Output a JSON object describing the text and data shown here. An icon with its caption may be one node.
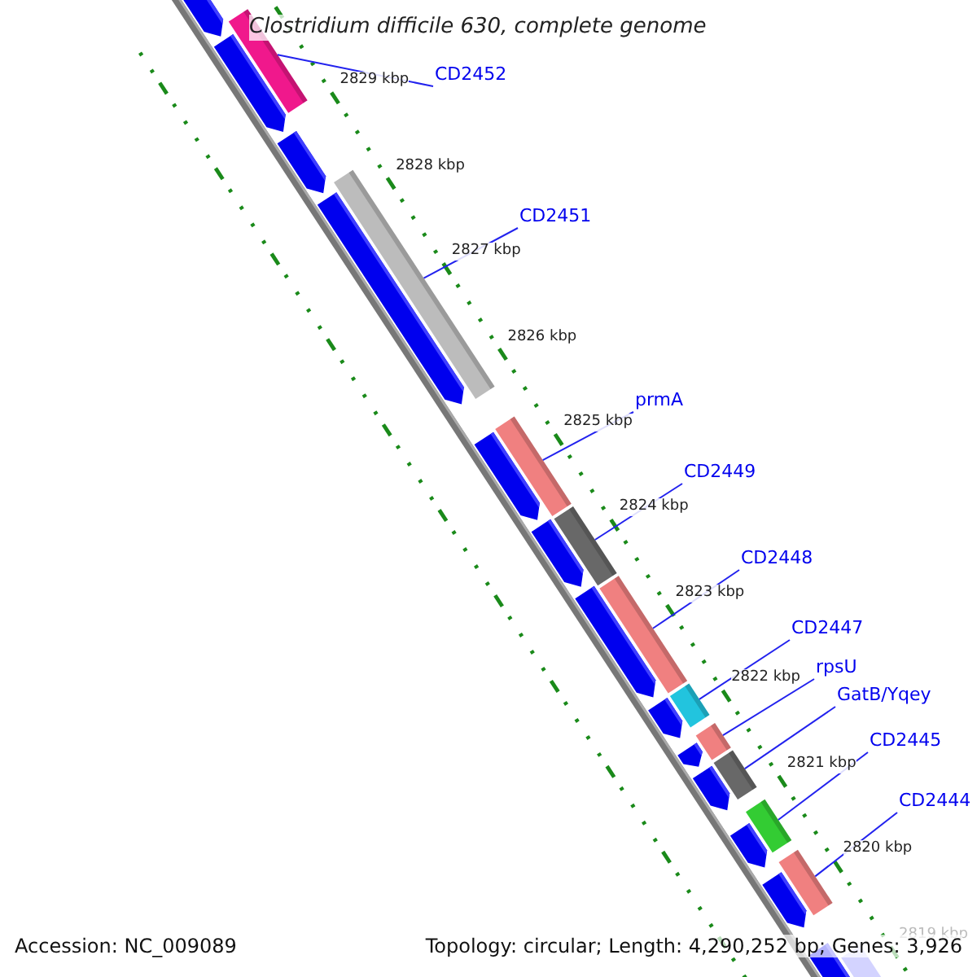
{
  "diagram": {
    "title": "Clostridium difficile 630, complete genome",
    "nodes": [
      {
        "text": [
          "CD2452"
        ]
      },
      {
        "text": [
          "CD2451"
        ]
      },
      {
        "text": [
          "prmA"
        ]
      },
      {
        "text": [
          "CD2449"
        ]
      },
      {
        "text": [
          "CD2448"
        ]
      },
      {
        "text": [
          "CD2447"
        ]
      },
      {
        "text": [
          "rpsU"
        ]
      },
      {
        "text": [
          "GatB/Yqey"
        ]
      },
      {
        "text": [
          "CD2445"
        ]
      },
      {
        "text": [
          "CD2444"
        ]
      },
      {
        "text": [],
        "shape": "bar"
      },
      {
        "text": [],
        "shape": "bar"
      },
      {
        "text": [],
        "shape": "bar"
      },
      {
        "text": [],
        "shape": "bar"
      },
      {
        "text": [],
        "shape": "bar"
      },
      {
        "text": [],
        "shape": "bar"
      },
      {
        "text": [],
        "shape": "bar"
      },
      {
        "text": [],
        "shape": "bar"
      },
      {
        "text": [],
        "shape": "bar"
      },
      {
        "text": [],
        "shape": "bar"
      }
    ],
    "edges": [
      {
        "from": 0,
        "to": 10,
        "arrow": "none"
      },
      {
        "from": 1,
        "to": 11,
        "arrow": "none"
      },
      {
        "from": 2,
        "to": 12,
        "arrow": "none"
      },
      {
        "from": 3,
        "to": 13,
        "arrow": "none"
      },
      {
        "from": 4,
        "to": 14,
        "arrow": "none"
      },
      {
        "from": 5,
        "to": 15,
        "arrow": "none"
      },
      {
        "from": 6,
        "to": 16,
        "arrow": "none"
      },
      {
        "from": 7,
        "to": 17,
        "arrow": "none"
      },
      {
        "from": 8,
        "to": 18,
        "arrow": "none"
      },
      {
        "from": 9,
        "to": 19,
        "arrow": "none"
      }
    ],
    "labels": [
      "2829 kbp",
      "2828 kbp",
      "2827 kbp",
      "2826 kbp",
      "2825 kbp",
      "2824 kbp",
      "2823 kbp",
      "2822 kbp",
      "2821 kbp",
      "2820 kbp",
      "2819 kbp",
      "Accession: NC_009089",
      "Topology: circular; Length: 4,290,252 bp; Genes: 3,926"
    ]
  }
}
